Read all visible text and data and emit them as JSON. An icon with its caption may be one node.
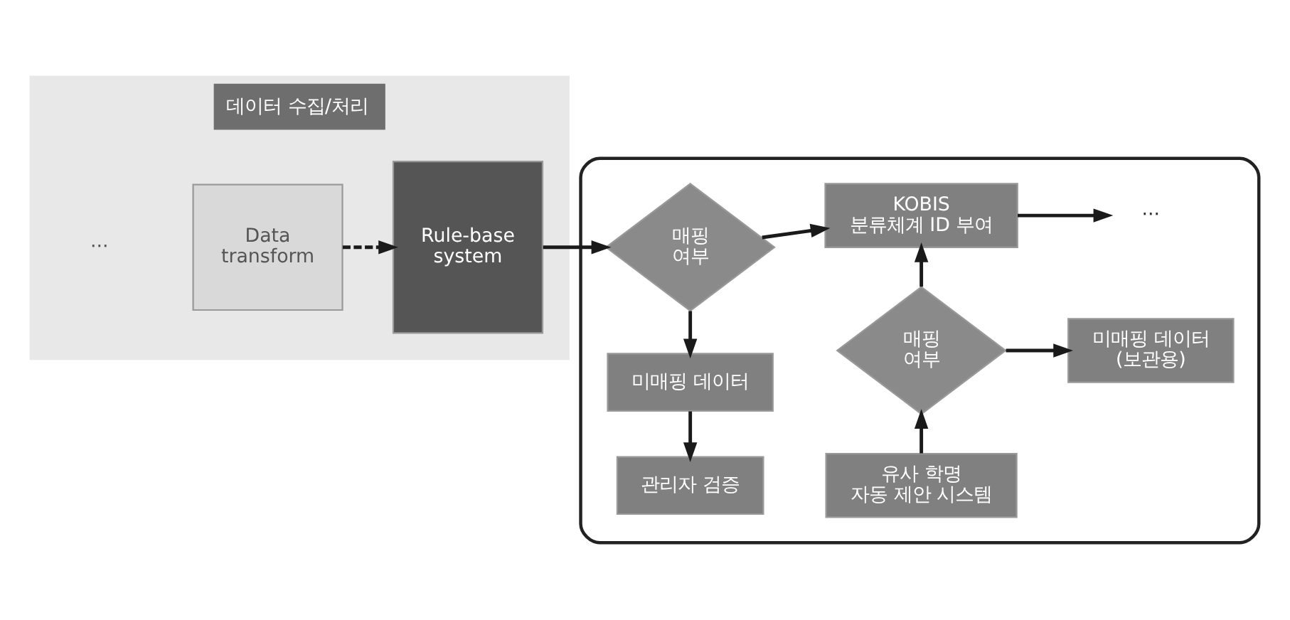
{
  "diagram": {
    "nodes": [
      {
        "text": [
          "데이터 수집/처리"
        ]
      },
      {
        "text": [
          "Data transform"
        ],
        "in": 0
      },
      {
        "text": [
          "Rule-base system"
        ],
        "in": 0
      },
      {
        "text": [],
        "shape": "box"
      },
      {
        "text": [
          "매핑 여부"
        ],
        "in": 3
      },
      {
        "text": [
          "KOBIS 분류체계 ID 부여"
        ],
        "in": 3
      },
      {
        "text": [
          "미매핑 데이터"
        ],
        "in": 3
      },
      {
        "text": [
          "관리자 검증"
        ],
        "in": 3
      },
      {
        "text": [
          "매핑 여부"
        ],
        "in": 3
      },
      {
        "text": [
          "미매핑 데이터 (보관용)"
        ],
        "in": 3
      },
      {
        "text": [
          "유사 학명 자동 제안 시스템"
        ],
        "in": 3
      },
      {
        "text": [
          "···"
        ],
        "in": 3
      }
    ],
    "edges": [
      {
        "from": 1,
        "to": 2,
        "arrow": "to",
        "style": "dashed"
      },
      {
        "from": 2,
        "to": 4,
        "arrow": "to"
      },
      {
        "from": 4,
        "to": 5,
        "arrow": "to"
      },
      {
        "from": 4,
        "to": 6,
        "arrow": "to"
      },
      {
        "from": 6,
        "to": 7,
        "arrow": "to"
      },
      {
        "from": 10,
        "to": 8,
        "arrow": "to"
      },
      {
        "from": 8,
        "to": 5,
        "arrow": "to"
      },
      {
        "from": 8,
        "to": 9,
        "arrow": "to"
      },
      {
        "from": 5,
        "to": 11,
        "arrow": "to"
      }
    ],
    "labels": [
      "···"
    ]
  }
}
